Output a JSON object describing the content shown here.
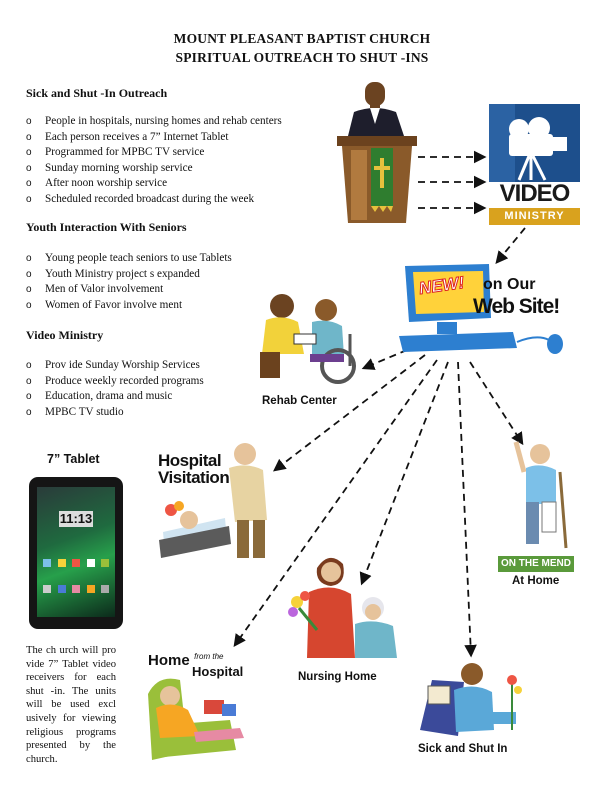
{
  "header": {
    "line1": "MOUNT PLEASANT      BAPTIST CHURCH",
    "line2": "SPIRITUAL OUTREACH      TO SHUT  -INS"
  },
  "sections": [
    {
      "heading": "Sick and Shut   -In Outreach",
      "items": [
        "People in hospitals, nursing homes and rehab centers",
        "Each person receives a 7” Internet Tablet",
        "Programmed for MPBC TV service",
        "Sunday morning worship service",
        "After noon worship service",
        "Scheduled recorded broadcast during the week"
      ]
    },
    {
      "heading": "Youth Interaction With Seniors",
      "items": [
        "Young people teach seniors        to use Tablets",
        "Youth Ministry project      s expanded",
        "Men of Valor     involvement",
        "Women of Favor     involve ment"
      ]
    },
    {
      "heading": "Video Ministry",
      "items": [
        "Prov ide Sunday Worship Services",
        "Produce weekly recorded programs",
        "Education, drama and music",
        "MPBC TV studio"
      ]
    }
  ],
  "tablet": {
    "heading": "7” Tablet",
    "clock": "11:13",
    "description": "The ch urch will pro vide 7” Tablet video receivers for each shut -in. The units will be used excl usively for viewing religious programs presented by the church."
  },
  "logos": {
    "video_line1": "VIDEO",
    "video_line2": "MINISTRY",
    "web_new": "NEW!",
    "web_line1": "on Our",
    "web_line2": "Web Site!",
    "hospital_visit_line1": "Hospital",
    "hospital_visit_line2": "Visitation",
    "home_hosp_home": "Home",
    "home_hosp_from": "from the",
    "home_hosp_hospital": "Hospital",
    "on_the_mend": "ON THE MEND"
  },
  "labels": {
    "rehab": "Rehab Center",
    "at_home": "At Home",
    "nursing": "Nursing Home",
    "sick_shut_in": "Sick and Shut In"
  },
  "colors": {
    "video_blue": "#1d4f8c",
    "ministry_gold": "#d9a21e",
    "web_blue": "#2d7fd0",
    "web_yellow": "#ffd23a",
    "pulpit_brown": "#8a5a2a",
    "cloth_green": "#2f7d2f"
  },
  "icons": [
    "pastor-pulpit-icon",
    "video-ministry-camera-icon",
    "computer-monitor-icon",
    "tablet-device-icon",
    "rehab-wheelchair-icon",
    "hospital-bed-icon",
    "on-crutches-icon",
    "nursing-visit-icon",
    "home-recliner-icon",
    "reading-man-icon"
  ]
}
